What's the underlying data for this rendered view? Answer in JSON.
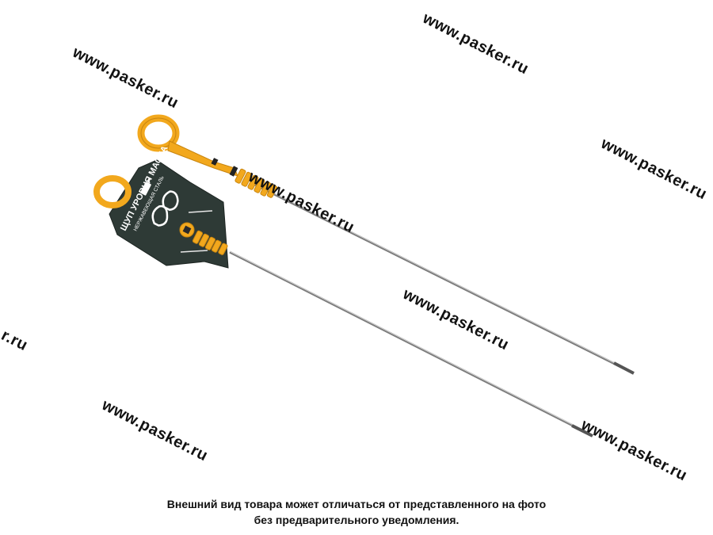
{
  "watermark": {
    "text": "www.pasker.ru",
    "partial_text": "r.ru"
  },
  "packaging_label": {
    "title": "ЩУП УРОВНЯ МАСЛА",
    "subtitle": "НЕРЖАВЕЮЩАЯ СТАЛЬ"
  },
  "disclaimer": {
    "line1": "Внешний вид товара может отличаться от представленного на фото",
    "line2": "без предварительного уведомления."
  },
  "colors": {
    "handle": "#f2a81d",
    "handle_dark": "#c8850f",
    "label_card": "#2e3a36",
    "rod": "#8a8a8a",
    "text": "#111111"
  }
}
